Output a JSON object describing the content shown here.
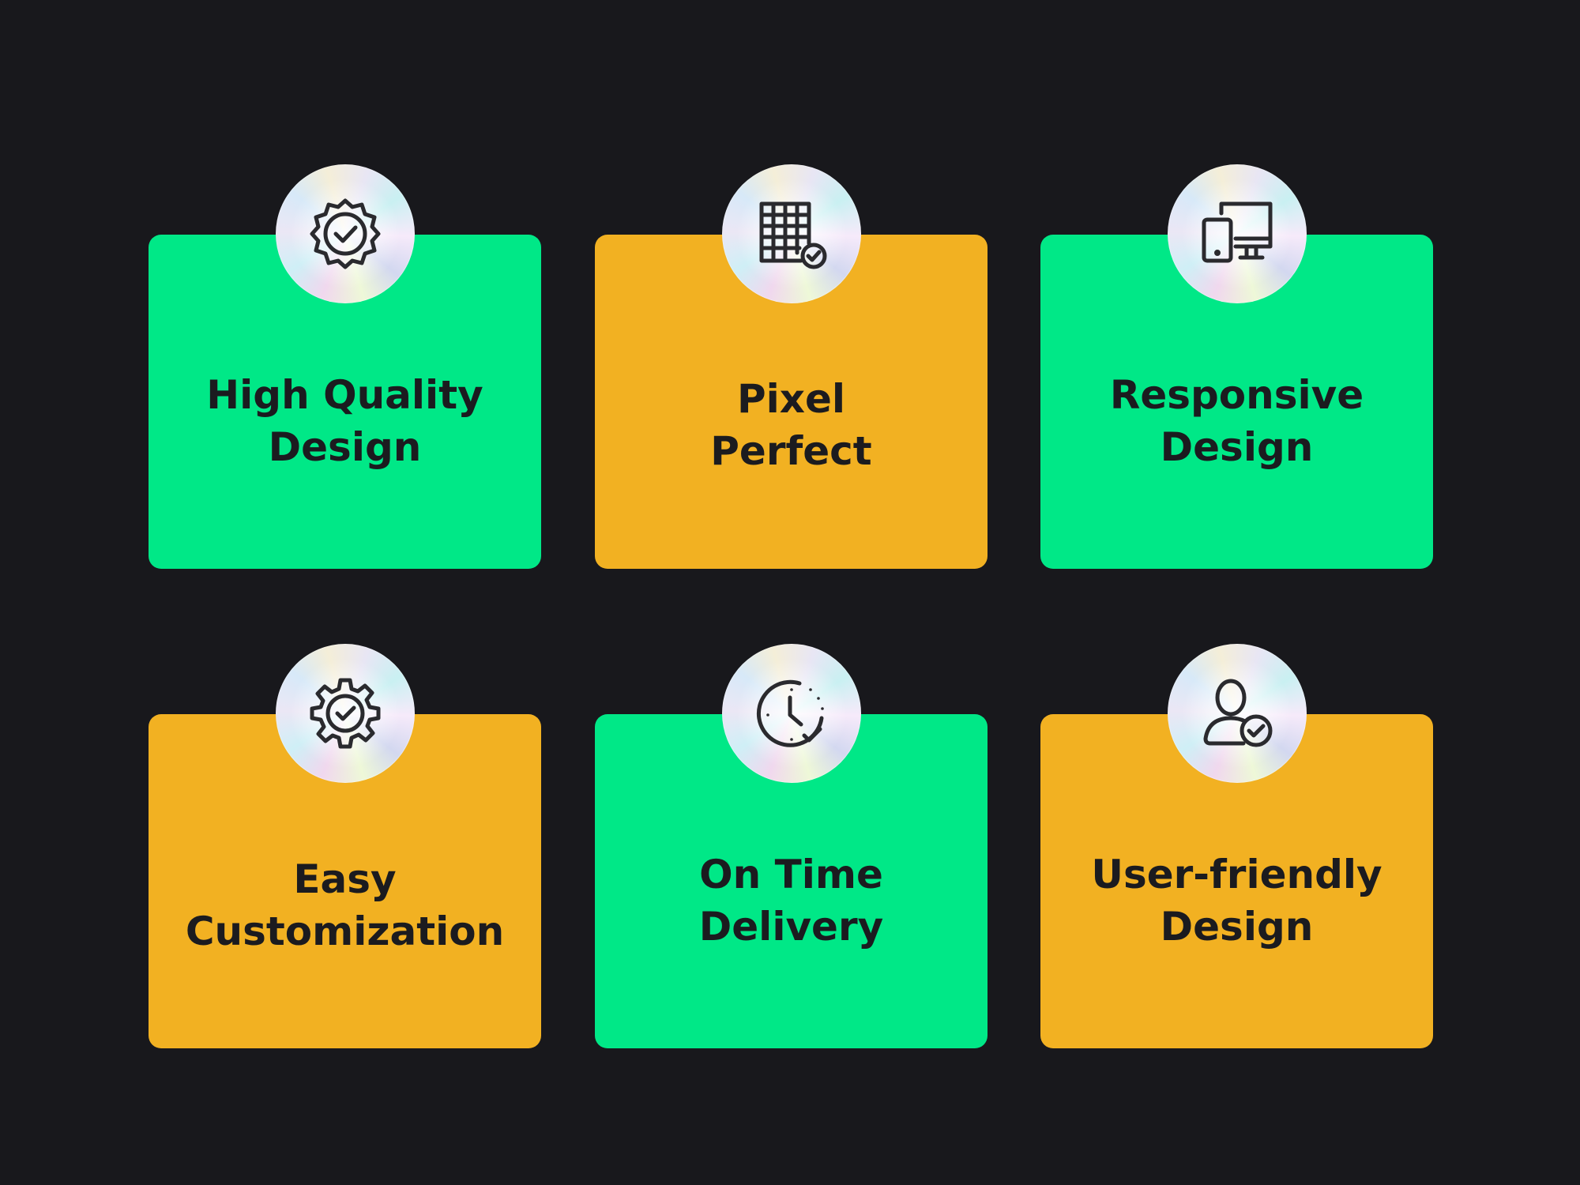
{
  "features": [
    {
      "line1": "High Quality",
      "line2": "Design",
      "color": "#00e887",
      "icon": "badge-check-icon"
    },
    {
      "line1": "Pixel",
      "line2": "Perfect",
      "color": "#f2b122",
      "icon": "grid-check-icon"
    },
    {
      "line1": "Responsive",
      "line2": "Design",
      "color": "#00e887",
      "icon": "devices-icon"
    },
    {
      "line1": "Easy",
      "line2": "Customization",
      "color": "#f2b122",
      "icon": "gear-check-icon"
    },
    {
      "line1": "On Time",
      "line2": "Delivery",
      "color": "#00e887",
      "icon": "clock-check-icon"
    },
    {
      "line1": "User-friendly",
      "line2": "Design",
      "color": "#f2b122",
      "icon": "user-check-icon"
    }
  ],
  "colors": {
    "background": "#18181c",
    "green": "#00e887",
    "orange": "#f2b122",
    "text": "#1b1b1f"
  }
}
